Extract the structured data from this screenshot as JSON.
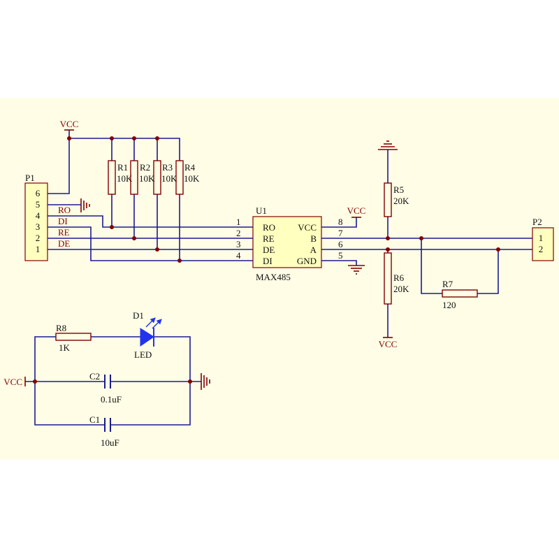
{
  "colors": {
    "background": "#ffffff",
    "sheet": "#fffde6",
    "wire": "#1b1b8f",
    "junction": "#800000",
    "component": "#800000",
    "part_fill": "#ffffc0",
    "net_label": "#800000",
    "power": "#800000",
    "text": "#101010",
    "led": "#2233ee"
  },
  "power": {
    "vcc": "VCC"
  },
  "p1": {
    "designator": "P1",
    "pins": [
      "6",
      "5",
      "4",
      "3",
      "2",
      "1"
    ]
  },
  "net_labels": {
    "ro": "RO",
    "di": "DI",
    "re": "RE",
    "de": "DE"
  },
  "r1": {
    "designator": "R1",
    "value": "10K"
  },
  "r2": {
    "designator": "R2",
    "value": "10K"
  },
  "r3": {
    "designator": "R3",
    "value": "10K"
  },
  "r4": {
    "designator": "R4",
    "value": "10K"
  },
  "u1": {
    "designator": "U1",
    "part": "MAX485",
    "left_pins": [
      {
        "number": "1",
        "name": "RO"
      },
      {
        "number": "2",
        "name": "RE"
      },
      {
        "number": "3",
        "name": "DE"
      },
      {
        "number": "4",
        "name": "DI"
      }
    ],
    "right_pins": [
      {
        "number": "8",
        "name": "VCC"
      },
      {
        "number": "7",
        "name": "B"
      },
      {
        "number": "6",
        "name": "A"
      },
      {
        "number": "5",
        "name": "GND"
      }
    ]
  },
  "r5": {
    "designator": "R5",
    "value": "20K"
  },
  "r6": {
    "designator": "R6",
    "value": "20K"
  },
  "r7": {
    "designator": "R7",
    "value": "120"
  },
  "p2": {
    "designator": "P2",
    "pins": [
      "1",
      "2"
    ]
  },
  "r8": {
    "designator": "R8",
    "value": "1K"
  },
  "d1": {
    "designator": "D1",
    "value": "LED"
  },
  "c2": {
    "designator": "C2",
    "value": "0.1uF"
  },
  "c1": {
    "designator": "C1",
    "value": "10uF"
  }
}
